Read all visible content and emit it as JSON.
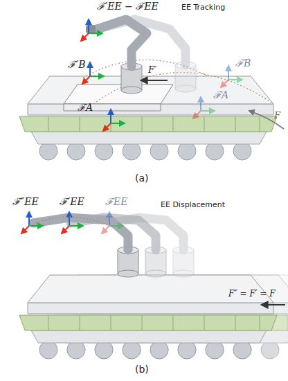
{
  "diagram": {
    "labels": [
      "ℱ′EE − ℱEE",
      "EE Tracking",
      "ℱ′B",
      "F′",
      "ℱB",
      "ℱA",
      "ℱA",
      "F",
      "(a)",
      "ℱ″EE",
      "ℱ′EE",
      "ℱEE",
      "EE Displacement",
      "F″ = F′ = F",
      "(b)"
    ]
  }
}
